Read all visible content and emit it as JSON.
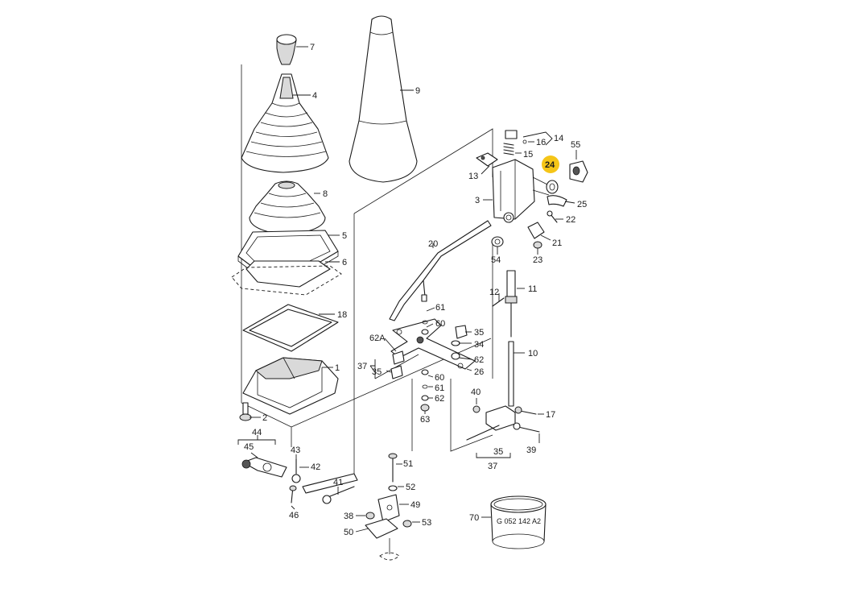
{
  "labels": {
    "l7": "7",
    "l4": "4",
    "l9": "9",
    "l8": "8",
    "l5": "5",
    "l6": "6",
    "l18": "18",
    "l1": "1",
    "l2": "2",
    "l14": "14",
    "l16": "16",
    "l15": "15",
    "l13": "13",
    "l3": "3",
    "l24": "24",
    "l55": "55",
    "l25": "25",
    "l22": "22",
    "l21": "21",
    "l23": "23",
    "l54": "54",
    "l20": "20",
    "l12": "12",
    "l11": "11",
    "l10": "10",
    "l61a": "61",
    "l60a": "60",
    "l35a": "35",
    "l34": "34",
    "l62A": "62A",
    "l62a": "62",
    "l37a": "37",
    "l35b": "35",
    "l26": "26",
    "l60b": "60",
    "l61b": "61",
    "l62b": "62",
    "l63": "63",
    "l40": "40",
    "l17": "17",
    "l39": "39",
    "l35c": "35",
    "l37b": "37",
    "l44": "44",
    "l45": "45",
    "l43": "43",
    "l42": "42",
    "l46": "46",
    "l41": "41",
    "l51": "51",
    "l52": "52",
    "l49": "49",
    "l38": "38",
    "l50": "50",
    "l53": "53",
    "l70": "70"
  },
  "part_code": "G 052 142 A2",
  "highlighted_part": "24",
  "colors": {
    "line": "#1a1a1a",
    "highlight": "#f5c518",
    "background": "#ffffff"
  }
}
